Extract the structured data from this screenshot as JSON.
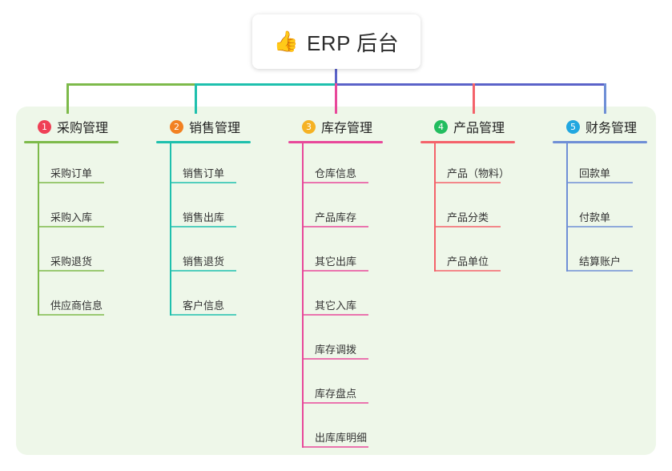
{
  "root": {
    "icon": "thumbs-up-icon",
    "icon_glyph": "👍",
    "label": "ERP 后台"
  },
  "panel": {
    "background": "#eef7e9"
  },
  "connectors": {
    "stem_color": "#5b63c9",
    "left_segment_color": "#7dba4a",
    "mid_segment_color": "#1ec0ad",
    "right_segment_color": "#5b63c9"
  },
  "columns": [
    {
      "index": "1",
      "title": "采购管理",
      "badge_color": "#ef4056",
      "line_color": "#7dba4a",
      "items": [
        {
          "label": "采购订单"
        },
        {
          "label": "采购入库"
        },
        {
          "label": "采购退货"
        },
        {
          "label": "供应商信息"
        }
      ]
    },
    {
      "index": "2",
      "title": "销售管理",
      "badge_color": "#f28122",
      "line_color": "#1ec0ad",
      "items": [
        {
          "label": "销售订单"
        },
        {
          "label": "销售出库"
        },
        {
          "label": "销售退货"
        },
        {
          "label": "客户信息"
        }
      ]
    },
    {
      "index": "3",
      "title": "库存管理",
      "badge_color": "#f5b224",
      "line_color": "#e8489a",
      "items": [
        {
          "label": "仓库信息"
        },
        {
          "label": "产品库存"
        },
        {
          "label": "其它出库"
        },
        {
          "label": "其它入库"
        },
        {
          "label": "库存调拨"
        },
        {
          "label": "库存盘点"
        },
        {
          "label": "出库库明细"
        }
      ]
    },
    {
      "index": "4",
      "title": "产品管理",
      "badge_color": "#22bd5f",
      "line_color": "#f4626a",
      "items": [
        {
          "label": "产品（物料）"
        },
        {
          "label": "产品分类"
        },
        {
          "label": "产品单位"
        }
      ]
    },
    {
      "index": "5",
      "title": "财务管理",
      "badge_color": "#21a7e0",
      "line_color": "#6f8fd6",
      "items": [
        {
          "label": "回款单"
        },
        {
          "label": "付款单"
        },
        {
          "label": "结算账户"
        }
      ]
    }
  ]
}
